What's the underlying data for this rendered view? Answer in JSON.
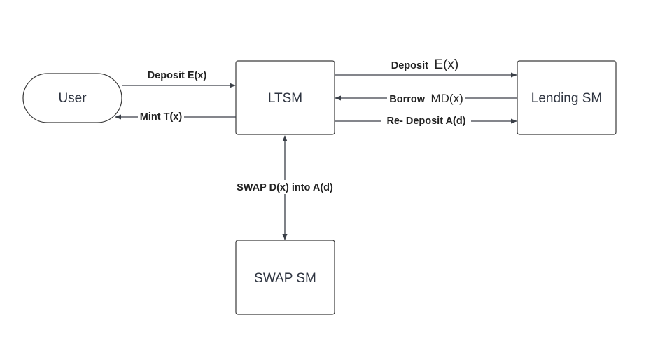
{
  "nodes": {
    "user": "User",
    "ltsm": "LTSM",
    "lending": "Lending SM",
    "swap": "SWAP SM"
  },
  "edges": {
    "deposit_user": "Deposit E(x)",
    "mint": "Mint T(x)",
    "deposit_lending_word": "Deposit",
    "deposit_lending_expr": "E(x)",
    "borrow_word": "Borrow",
    "borrow_expr": "MD(x)",
    "redeposit": "Re- Deposit A(d)",
    "swap": "SWAP D(x) into A(d)"
  },
  "colors": {
    "stroke": "#3a3a3a",
    "arrow": "#3a3f47",
    "text": "#2e3440"
  }
}
